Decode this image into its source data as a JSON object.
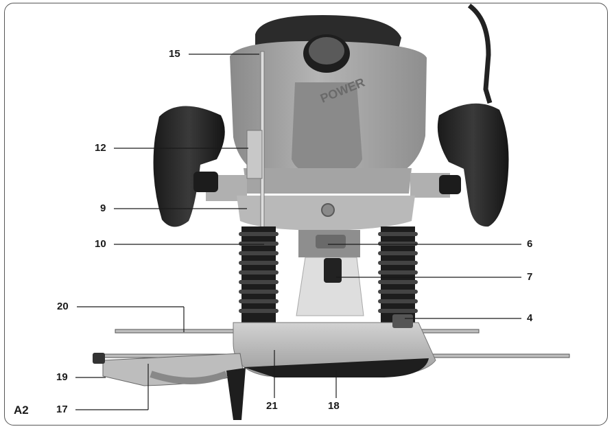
{
  "figure_label": "A2",
  "callouts": {
    "c15": "15",
    "c12": "12",
    "c9": "9",
    "c10": "10",
    "c20": "20",
    "c19": "19",
    "c17": "17",
    "c21": "21",
    "c18": "18",
    "c6": "6",
    "c7": "7",
    "c4": "4"
  },
  "brand_text": "POWER",
  "colors": {
    "housing": "#9e9e9e",
    "dark": "#2a2a2a",
    "metal": "#c4c4c4"
  }
}
